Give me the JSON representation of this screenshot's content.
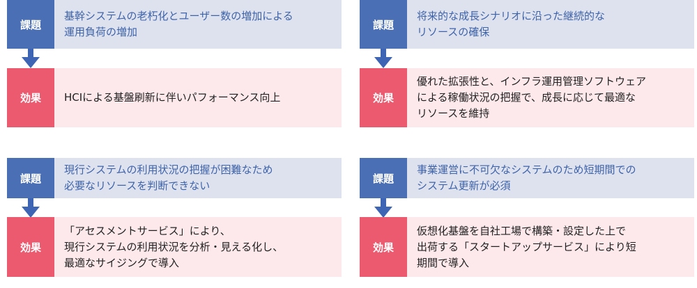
{
  "labels": {
    "issue": "課題",
    "effect": "効果"
  },
  "cards": [
    {
      "issue": "基幹システムの老朽化とユーザー数の増加による\n運用負荷の増加",
      "effect": "HCIによる基盤刷新に伴いパフォーマンス向上"
    },
    {
      "issue": "将来的な成長シナリオに沿った継続的な\nリソースの確保",
      "effect": "優れた拡張性と、インフラ運用管理ソフトウェア\nによる稼働状況の把握で、成長に応じて最適な\nリソースを維持"
    },
    {
      "issue": "現行システムの利用状況の把握が困難なため\n必要なリソースを判断できない",
      "effect": "「アセスメントサービス」により、\n現行システムの利用状況を分析・見える化し、\n最適なサイジングで導入"
    },
    {
      "issue": "事業運営に不可欠なシステムのため短期間での\nシステム更新が必須",
      "effect": "仮想化基盤を自社工場で構築・設定した上で\n出荷する「スタートアップサービス」により短\n期間で導入"
    }
  ],
  "colors": {
    "issue_label_bg": "#4a6fb5",
    "issue_body_bg": "#dde2ee",
    "issue_text": "#3f63a9",
    "effect_label_bg": "#ec5a6f",
    "effect_body_bg": "#fde9ec",
    "effect_text": "#222222",
    "arrow": "#3d65b4"
  }
}
